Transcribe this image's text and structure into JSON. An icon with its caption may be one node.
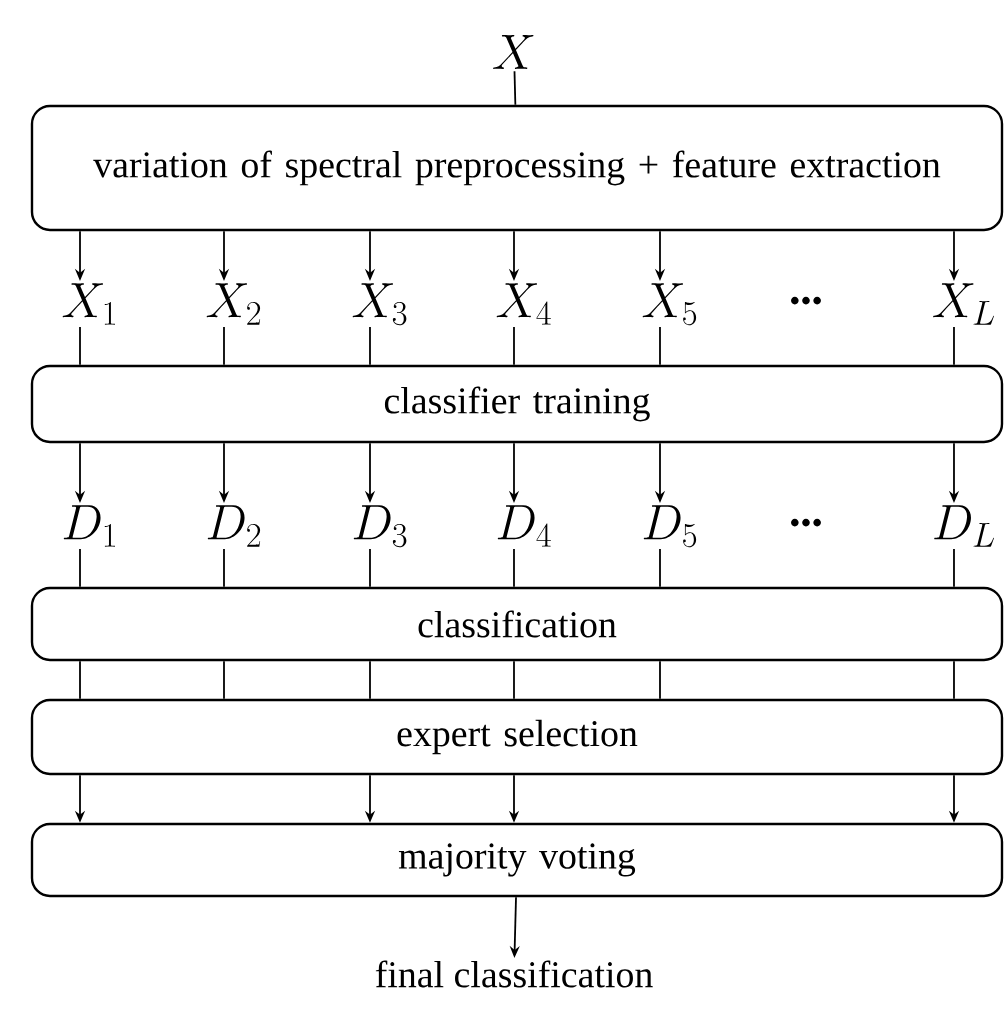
{
  "diagram": {
    "nodes": [
      {
        "text": [
          "X"
        ]
      },
      {
        "text": [
          "variation of spectral preprocessing + feature extraction"
        ]
      },
      {
        "text": [
          "X_1"
        ]
      },
      {
        "text": [
          "X_2"
        ]
      },
      {
        "text": [
          "X_3"
        ]
      },
      {
        "text": [
          "X_4"
        ]
      },
      {
        "text": [
          "X_5"
        ]
      },
      {
        "text": [
          "X_L"
        ]
      },
      {
        "text": [
          "classifier training"
        ]
      },
      {
        "text": [
          "D_1"
        ]
      },
      {
        "text": [
          "D_2"
        ]
      },
      {
        "text": [
          "D_3"
        ]
      },
      {
        "text": [
          "D_4"
        ]
      },
      {
        "text": [
          "D_5"
        ]
      },
      {
        "text": [
          "D_L"
        ]
      },
      {
        "text": [
          "classification"
        ]
      },
      {
        "text": [
          "expert selection"
        ]
      },
      {
        "text": [
          "majority voting"
        ]
      },
      {
        "text": [
          "final classification"
        ]
      }
    ],
    "edges": [
      {
        "from": 0,
        "to": 1,
        "arrow": "none"
      },
      {
        "from": 1,
        "to": 2,
        "arrow": "to"
      },
      {
        "from": 1,
        "to": 3,
        "arrow": "to"
      },
      {
        "from": 1,
        "to": 4,
        "arrow": "to"
      },
      {
        "from": 1,
        "to": 5,
        "arrow": "to"
      },
      {
        "from": 1,
        "to": 6,
        "arrow": "to"
      },
      {
        "from": 1,
        "to": 7,
        "arrow": "to"
      },
      {
        "from": 2,
        "to": 8,
        "arrow": "none"
      },
      {
        "from": 3,
        "to": 8,
        "arrow": "none"
      },
      {
        "from": 4,
        "to": 8,
        "arrow": "none"
      },
      {
        "from": 5,
        "to": 8,
        "arrow": "none"
      },
      {
        "from": 6,
        "to": 8,
        "arrow": "none"
      },
      {
        "from": 7,
        "to": 8,
        "arrow": "none"
      },
      {
        "from": 8,
        "to": 9,
        "arrow": "to"
      },
      {
        "from": 8,
        "to": 10,
        "arrow": "to"
      },
      {
        "from": 8,
        "to": 11,
        "arrow": "to"
      },
      {
        "from": 8,
        "to": 12,
        "arrow": "to"
      },
      {
        "from": 8,
        "to": 13,
        "arrow": "to"
      },
      {
        "from": 8,
        "to": 14,
        "arrow": "to"
      },
      {
        "from": 9,
        "to": 15,
        "arrow": "none"
      },
      {
        "from": 10,
        "to": 15,
        "arrow": "none"
      },
      {
        "from": 11,
        "to": 15,
        "arrow": "none"
      },
      {
        "from": 12,
        "to": 15,
        "arrow": "none"
      },
      {
        "from": 13,
        "to": 15,
        "arrow": "none"
      },
      {
        "from": 14,
        "to": 15,
        "arrow": "none"
      },
      {
        "from": 15,
        "to": 16,
        "arrow": "none"
      },
      {
        "from": 15,
        "to": 16,
        "arrow": "none"
      },
      {
        "from": 15,
        "to": 16,
        "arrow": "none"
      },
      {
        "from": 15,
        "to": 16,
        "arrow": "none"
      },
      {
        "from": 15,
        "to": 16,
        "arrow": "none"
      },
      {
        "from": 15,
        "to": 16,
        "arrow": "none"
      },
      {
        "from": 16,
        "to": 17,
        "arrow": "to"
      },
      {
        "from": 16,
        "to": 17,
        "arrow": "to"
      },
      {
        "from": 16,
        "to": 17,
        "arrow": "to"
      },
      {
        "from": 16,
        "to": 17,
        "arrow": "to"
      },
      {
        "from": 17,
        "to": 18,
        "arrow": "to"
      }
    ],
    "labels": [
      "•••",
      "•••"
    ]
  }
}
